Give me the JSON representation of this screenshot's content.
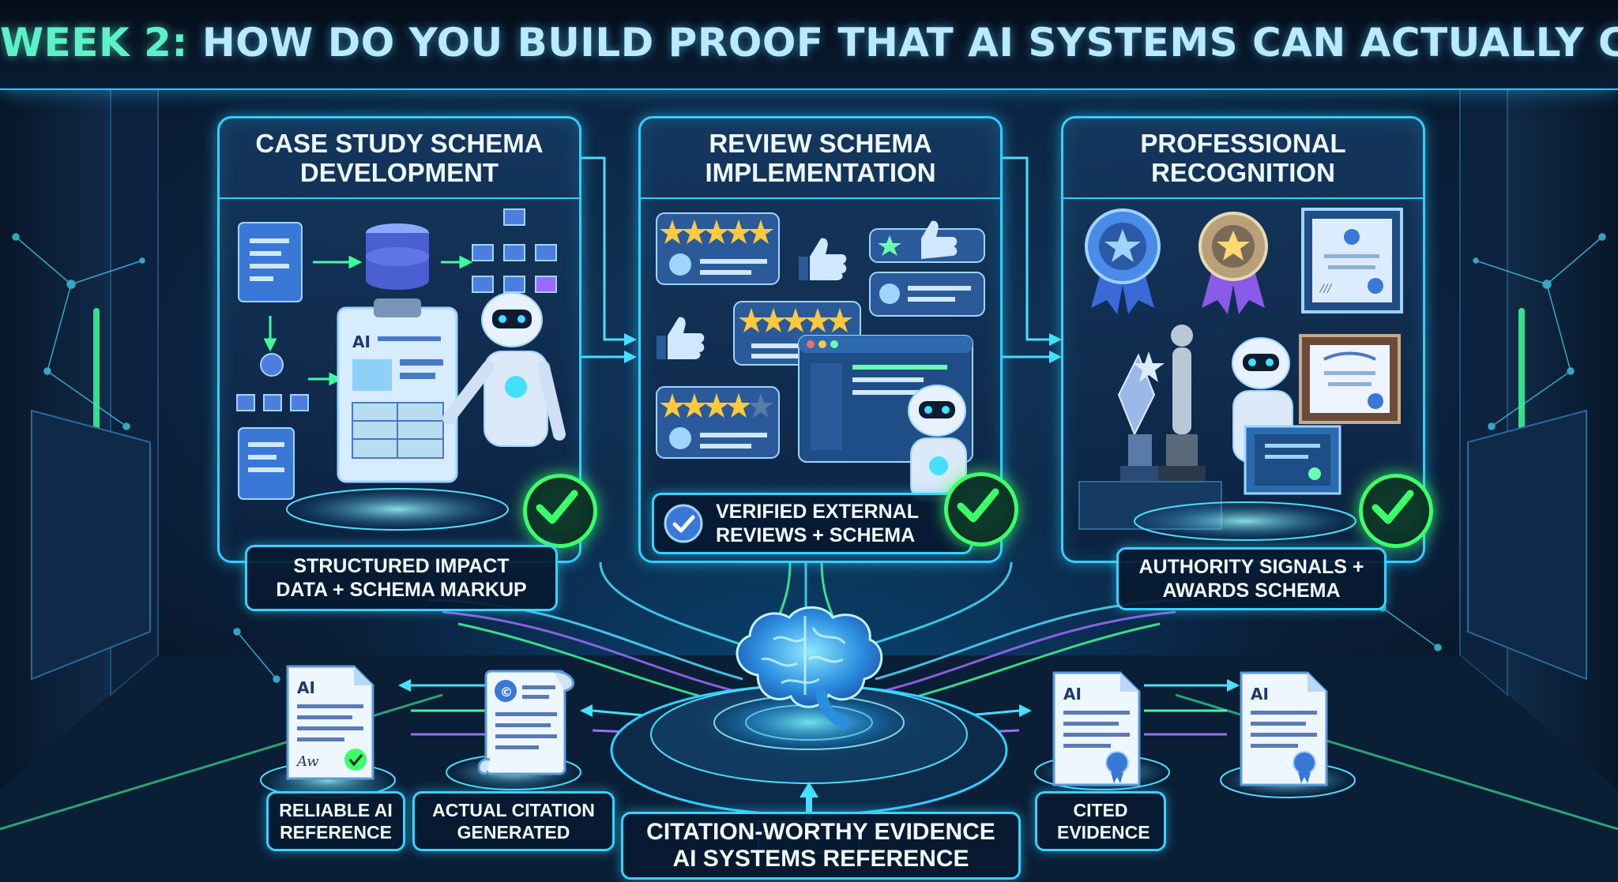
{
  "title": {
    "week": "WEEK 2:",
    "main": "HOW DO YOU BUILD PROOF THAT AI SYSTEMS CAN ACTUALLY CITE?"
  },
  "panels": [
    {
      "title": "Case Study Schema Development",
      "label": "Structured Impact Data + Schema Markup"
    },
    {
      "title": "Review Schema Implementation",
      "label": "Verified External Reviews + Schema"
    },
    {
      "title": "Professional Recognition",
      "label": "Authority Signals + Awards Schema"
    }
  ],
  "panel_art_text": {
    "clipboard_tag": "AI",
    "doc_tag": "AI",
    "signature": "Aw"
  },
  "outputs": [
    {
      "label": "Reliable AI Reference"
    },
    {
      "label": "Actual Citation Generated"
    },
    {
      "label": "Citation-Worthy Evidence AI Systems Reference"
    },
    {
      "label": "Cited Evidence"
    }
  ],
  "colors": {
    "accent": "#2fd0ff",
    "check": "#3cff6a",
    "title_week": "#5cf2c8",
    "title_main": "#b9eaff",
    "star": "#ffc83d",
    "panel_bg": "#163a62"
  },
  "icons": [
    "document-icon",
    "database-icon",
    "flowchart-icon",
    "clipboard-icon",
    "robot-icon",
    "check-icon",
    "star-rating-icon",
    "thumbs-up-icon",
    "browser-window-icon",
    "award-ribbon-icon",
    "trophy-icon",
    "certificate-icon",
    "brain-icon",
    "scroll-icon"
  ]
}
